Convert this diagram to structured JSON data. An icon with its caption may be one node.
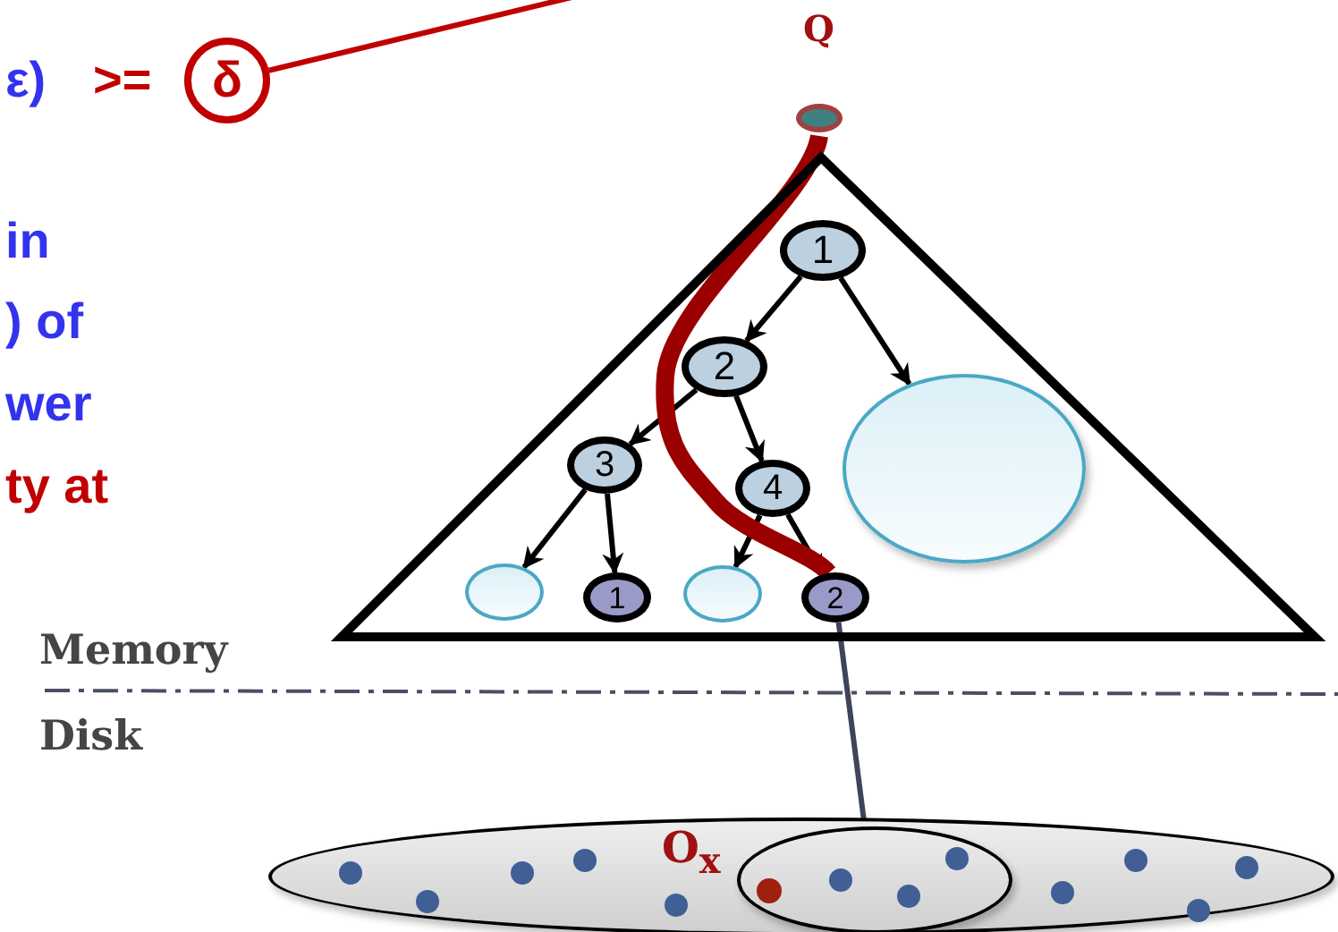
{
  "diagram": {
    "nodes": [
      {
        "text": [
          "δ"
        ]
      },
      {
        "text": [],
        "shape": "circle",
        "beside": [
          "Q"
        ]
      },
      {
        "text": [],
        "shape": "triangle"
      },
      {
        "text": [
          "1"
        ],
        "in": 2
      },
      {
        "text": [
          "2"
        ],
        "in": 2
      },
      {
        "text": [],
        "shape": "ellipse",
        "in": 2
      },
      {
        "text": [
          "3"
        ],
        "in": 2
      },
      {
        "text": [
          "4"
        ],
        "in": 2
      },
      {
        "text": [],
        "shape": "ellipse",
        "in": 2
      },
      {
        "text": [
          "1"
        ],
        "in": 2
      },
      {
        "text": [],
        "shape": "ellipse",
        "in": 2
      },
      {
        "text": [
          "2"
        ],
        "in": 2
      },
      {
        "text": [],
        "shape": "ellipse"
      },
      {
        "text": [],
        "shape": "ellipse",
        "in": 12
      },
      {
        "text": [],
        "shape": "circle",
        "in": 13,
        "beside": [
          "O$_{x}$"
        ]
      }
    ],
    "edges": [
      {
        "from": 0,
        "to": null,
        "arrow": "none",
        "color": "#c00000"
      },
      {
        "from": 3,
        "to": 4,
        "arrow": "to"
      },
      {
        "from": 3,
        "to": 5,
        "arrow": "to"
      },
      {
        "from": 4,
        "to": 6,
        "arrow": "to"
      },
      {
        "from": 4,
        "to": 7,
        "arrow": "to"
      },
      {
        "from": 6,
        "to": 8,
        "arrow": "to"
      },
      {
        "from": 6,
        "to": 9,
        "arrow": "to"
      },
      {
        "from": 7,
        "to": 10,
        "arrow": "to"
      },
      {
        "from": 7,
        "to": 11,
        "arrow": "to"
      },
      {
        "from": 1,
        "to": 11,
        "arrow": "none",
        "style": "thick",
        "color": "#9b0000"
      },
      {
        "from": 11,
        "to": 13,
        "arrow": "none",
        "color": "#40445a"
      }
    ],
    "labels": [
      "ε)",
      ">=",
      "in",
      ") of",
      "wer",
      "ty at",
      "Memory",
      "Disk"
    ]
  }
}
